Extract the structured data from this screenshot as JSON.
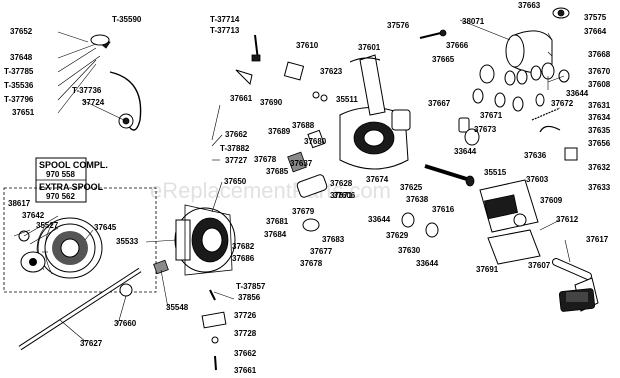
{
  "diagram": {
    "watermark": "eReplacementParts.com",
    "spool_box": {
      "title_line1": "SPOOL COMPL.",
      "title_num1": "970 558",
      "title_line2": "EXTRA SPOOL",
      "title_num2": "970 562"
    },
    "parts": [
      "T-35590",
      "37652",
      "37648",
      "T-37785",
      "T-35536",
      "T-37796",
      "37651",
      "T-37736",
      "37724",
      "T-37714",
      "T-37713",
      "37610",
      "37661",
      "37662",
      "T-37882",
      "37727",
      "37650",
      "37690",
      "37688",
      "37689",
      "37680",
      "37678",
      "37637",
      "37685",
      "37681",
      "37684",
      "37682",
      "37686",
      "37679",
      "37683",
      "37677",
      "37678",
      "35511",
      "37623",
      "37601",
      "37576",
      "38071",
      "37666",
      "37665",
      "37667",
      "37663",
      "37575",
      "37664",
      "37668",
      "37670",
      "37608",
      "37672",
      "33644",
      "37631",
      "37634",
      "37635",
      "37656",
      "37671",
      "37673",
      "33644",
      "37636",
      "37632",
      "37633",
      "37674",
      "37628",
      "37671",
      "37606",
      "37625",
      "37638",
      "37616",
      "35515",
      "37603",
      "37609",
      "33644",
      "37629",
      "37630",
      "33644",
      "37612",
      "37617",
      "37691",
      "37607",
      "38617",
      "37642",
      "35527",
      "37645",
      "35533",
      "35548",
      "37660",
      "37627",
      "T-37857",
      "37856",
      "37726",
      "37728",
      "37662",
      "37661"
    ]
  }
}
